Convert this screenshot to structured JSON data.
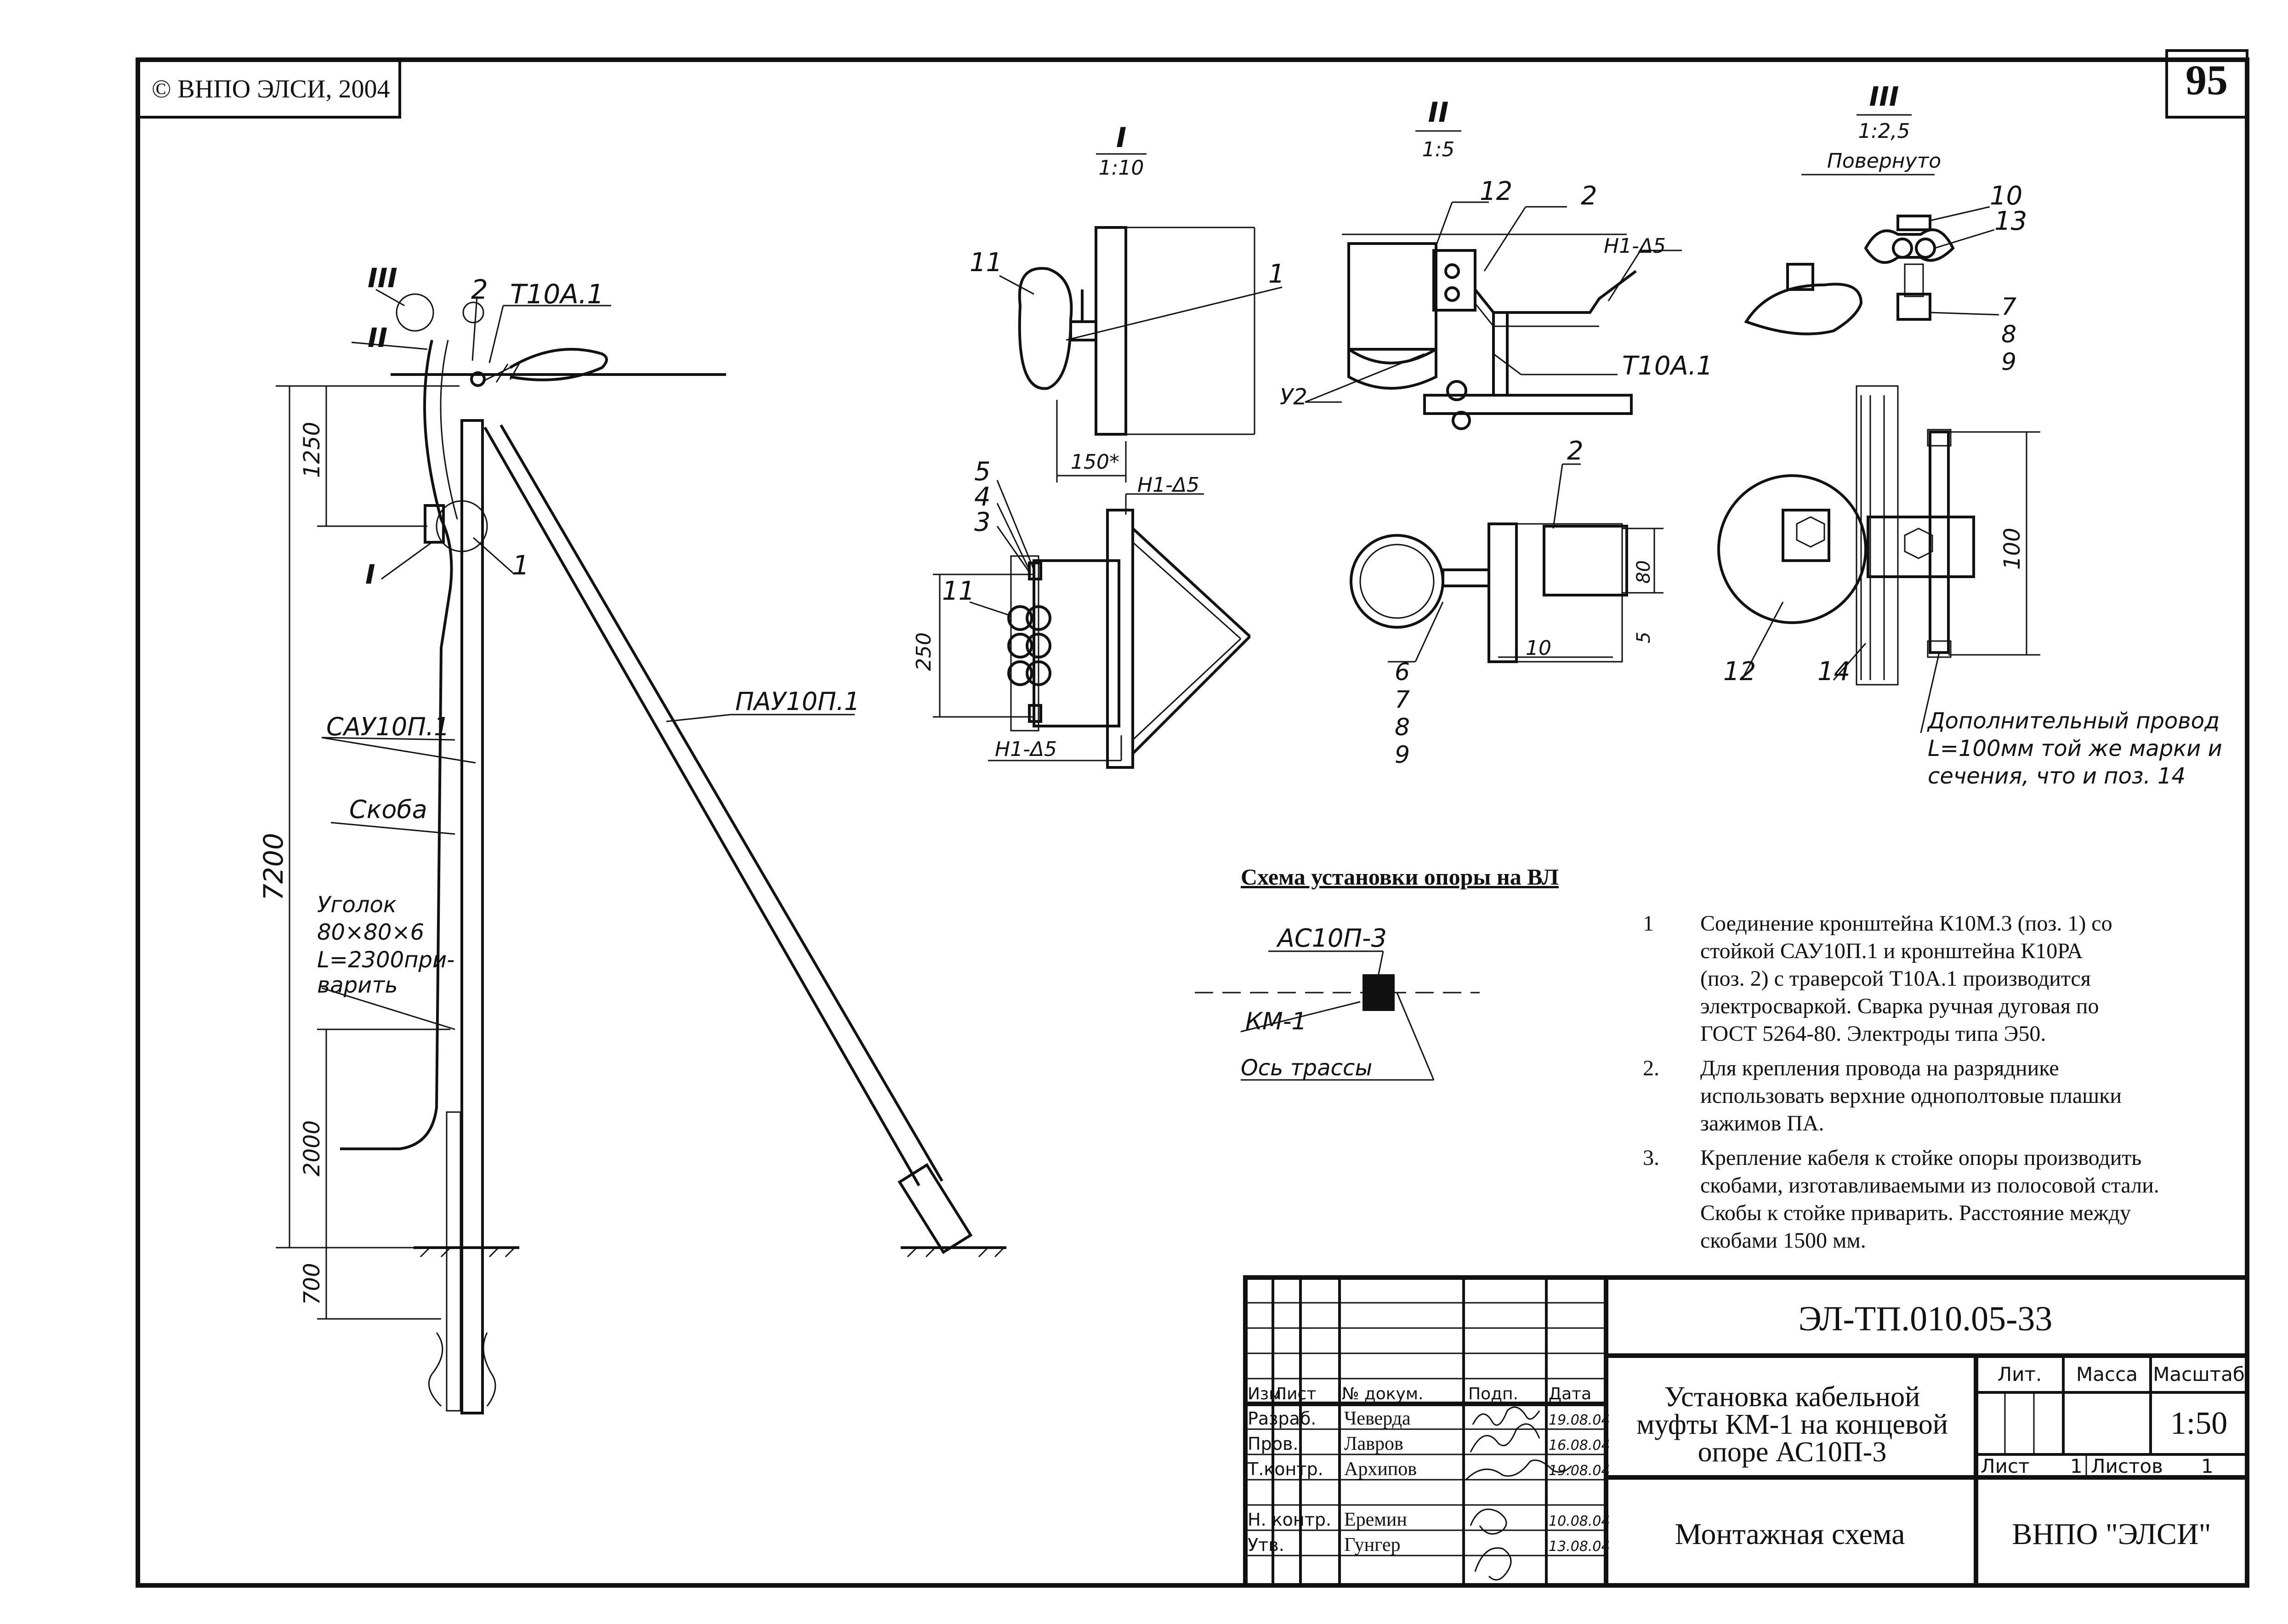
{
  "header": {
    "copyright": "© ВНПО ЭЛСИ, 2004",
    "sheet_number": "95"
  },
  "views": {
    "view1": {
      "label": "I",
      "scale": "1:10"
    },
    "view2": {
      "label": "II",
      "scale": "1:5"
    },
    "view3": {
      "label": "III",
      "scale": "1:2,5",
      "note": "Повернуто"
    }
  },
  "callouts": {
    "main": [
      "III",
      "II",
      "2",
      "Т10А.1",
      "1",
      "I"
    ],
    "view1": [
      "11",
      "1",
      "150*",
      "Н1-Δ5",
      "5",
      "4",
      "3",
      "11",
      "250",
      "Н1-Δ5"
    ],
    "view2": [
      "12",
      "2",
      "Н1-Δ5",
      "У2",
      "Т10А.1",
      "2",
      "80",
      "5",
      "10",
      "6",
      "7",
      "8",
      "9"
    ],
    "view3": [
      "10",
      "13",
      "7",
      "8",
      "9",
      "100",
      "12",
      "14"
    ]
  },
  "main_labels": {
    "crossarm": "САУ10П.1",
    "strut": "ПАУ10П.1",
    "bracket": "Скоба",
    "angle": [
      "Уголок",
      "80×80×6",
      "L=2300при-",
      "варить"
    ]
  },
  "dimensions": {
    "main": [
      "1250",
      "7200",
      "2000",
      "700"
    ]
  },
  "extra_wire_note": [
    "Дополнительный провод",
    "L=100мм той же марки и",
    "сечения, что и поз. 14"
  ],
  "scheme": {
    "title": "Схема установки опоры на ВЛ",
    "pole": "АС10П-3",
    "coupling": "КМ-1",
    "axis": "Ось трассы"
  },
  "notes": [
    {
      "num": "1",
      "lines": [
        "Соединение кронштейна  К10М.3 (поз. 1) со",
        "стойкой САУ10П.1 и кронштейна К10РА",
        "(поз. 2) с траверсой Т10А.1 производится",
        "электросваркой. Сварка ручная дуговая по",
        "ГОСТ 5264-80. Электроды типа Э50."
      ]
    },
    {
      "num": "2.",
      "lines": [
        "Для крепления провода на разряднике",
        "использовать верхние однополтовые плашки",
        "зажимов ПА."
      ]
    },
    {
      "num": "3.",
      "lines": [
        "Крепление кабеля к стойке опоры производить",
        "скобами, изготавливаемыми из полосовой стали.",
        "Скобы к стойке приварить. Расстояние между",
        "скобами 1500 мм."
      ]
    }
  ],
  "title_block": {
    "doc_code": "ЭЛ-ТП.010.05-33",
    "title": [
      "Установка кабельной",
      "муфты КМ-1 на концевой",
      "опоре АС10П-3"
    ],
    "headers": {
      "izm": "Изм.",
      "list": "Лист",
      "doc": "№ докум.",
      "sign": "Подп.",
      "date": "Дата"
    },
    "lit": "Лит.",
    "mass": "Масса",
    "scale_label": "Масштаб",
    "scale": "1:50",
    "sheet_label": "Лист",
    "sheet": "1",
    "sheets_label": "Листов",
    "sheets": "1",
    "subtitle": "Монтажная схема",
    "org": "ВНПО \"ЭЛСИ\"",
    "signers": [
      {
        "role": "Разраб.",
        "name": "Чеверда",
        "date": "19.08.04"
      },
      {
        "role": "Пров.",
        "name": "Лавров",
        "date": "16.08.04"
      },
      {
        "role": "Т.контр.",
        "name": "Архипов",
        "date": "19.08.04"
      },
      {
        "role": "",
        "name": "",
        "date": ""
      },
      {
        "role": "Н. контр.",
        "name": "Еремин",
        "date": "10.08.04"
      },
      {
        "role": "Утв.",
        "name": "Гунгер",
        "date": "13.08.04"
      }
    ]
  }
}
